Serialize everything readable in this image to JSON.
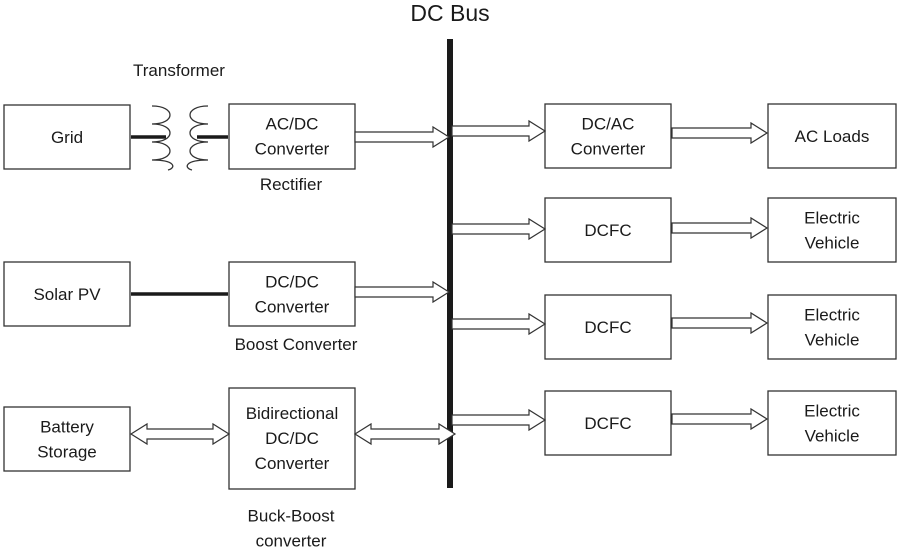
{
  "bus_label": "DC Bus",
  "transformer_label": "Transformer",
  "blocks": {
    "grid": [
      "Grid"
    ],
    "solar": [
      "Solar PV"
    ],
    "battery": [
      "Battery",
      "Storage"
    ],
    "acdc": [
      "AC/DC",
      "Converter"
    ],
    "dcdc": [
      "DC/DC",
      "Converter"
    ],
    "bidir": [
      "Bidirectional",
      "DC/DC",
      "Converter"
    ],
    "dcac": [
      "DC/AC",
      "Converter"
    ],
    "acloads": [
      "AC Loads"
    ],
    "dcfc1": [
      "DCFC"
    ],
    "dcfc2": [
      "DCFC"
    ],
    "dcfc3": [
      "DCFC"
    ],
    "ev1": [
      "Electric",
      "Vehicle"
    ],
    "ev2": [
      "Electric",
      "Vehicle"
    ],
    "ev3": [
      "Electric",
      "Vehicle"
    ]
  },
  "captions": {
    "rectifier": [
      "Rectifier"
    ],
    "boost": [
      "Boost Converter"
    ],
    "buckboost": [
      "Buck-Boost",
      "converter"
    ]
  }
}
